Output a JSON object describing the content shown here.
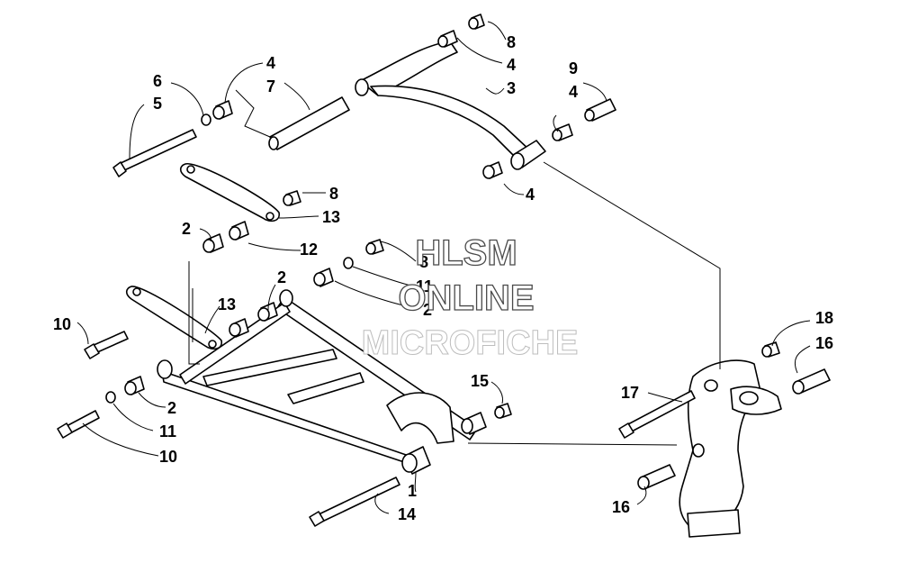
{
  "callouts": [
    {
      "id": "c1",
      "text": "8"
    },
    {
      "id": "c2",
      "text": "4"
    },
    {
      "id": "c3",
      "text": "3"
    },
    {
      "id": "c4",
      "text": "9"
    },
    {
      "id": "c5",
      "text": "4"
    },
    {
      "id": "c6",
      "text": "4"
    },
    {
      "id": "c7",
      "text": "6"
    },
    {
      "id": "c8",
      "text": "5"
    },
    {
      "id": "c9",
      "text": "4"
    },
    {
      "id": "c10",
      "text": "7"
    },
    {
      "id": "c11",
      "text": "8"
    },
    {
      "id": "c12",
      "text": "13"
    },
    {
      "id": "c13",
      "text": "2"
    },
    {
      "id": "c14",
      "text": "12"
    },
    {
      "id": "c15",
      "text": "8"
    },
    {
      "id": "c16",
      "text": "11"
    },
    {
      "id": "c17",
      "text": "2"
    },
    {
      "id": "c18",
      "text": "2"
    },
    {
      "id": "c19",
      "text": "13"
    },
    {
      "id": "c20",
      "text": "10"
    },
    {
      "id": "c21",
      "text": "2"
    },
    {
      "id": "c22",
      "text": "11"
    },
    {
      "id": "c23",
      "text": "10"
    },
    {
      "id": "c24",
      "text": "15"
    },
    {
      "id": "c25",
      "text": "1"
    },
    {
      "id": "c26",
      "text": "14"
    },
    {
      "id": "c27",
      "text": "17"
    },
    {
      "id": "c28",
      "text": "18"
    },
    {
      "id": "c29",
      "text": "16"
    },
    {
      "id": "c30",
      "text": "16"
    }
  ],
  "watermark": {
    "line1": "HLSM",
    "line2": "ONLINE",
    "line3": "MICROFICHE"
  }
}
